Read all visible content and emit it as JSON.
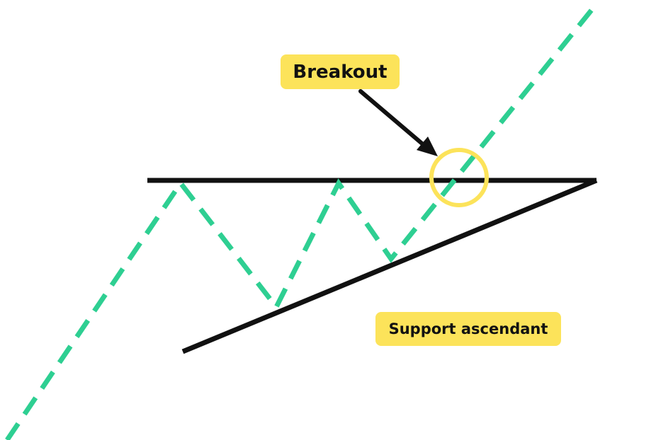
{
  "labels": {
    "breakout": "Breakout",
    "support": "Support ascendant"
  },
  "colors": {
    "price": "#2ecf92",
    "line": "#111111",
    "highlight": "#fce35a",
    "background": "#ffffff"
  },
  "elements": {
    "price_path": "dashed-green-zigzag",
    "resistance": "horizontal-black-line",
    "support": "rising-black-line",
    "breakout_marker": "yellow-circle",
    "arrow": "black-arrow"
  }
}
